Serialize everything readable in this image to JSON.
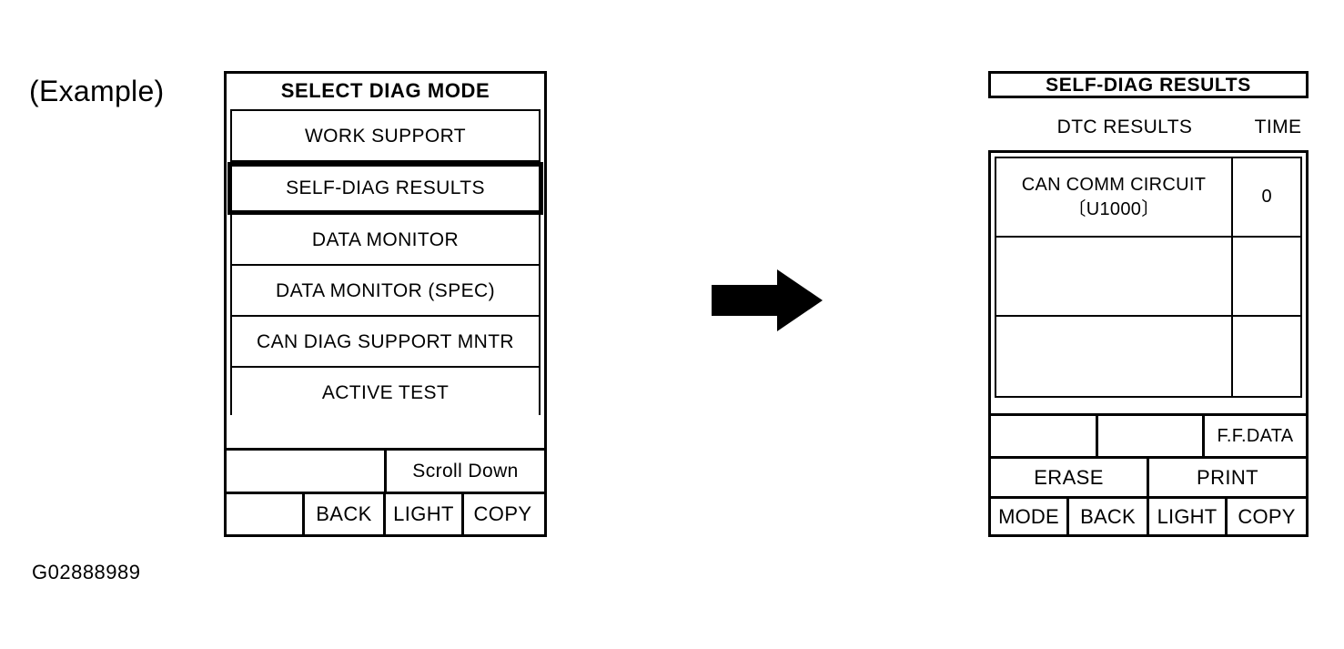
{
  "figure": {
    "example_label": "(Example)",
    "code": "G02888989",
    "arrow_icon": "right-arrow-icon",
    "ink_color": "#000000",
    "background_color": "#ffffff"
  },
  "left_screen": {
    "title": "SELECT DIAG MODE",
    "menu_items": [
      {
        "label": "WORK SUPPORT",
        "selected": false
      },
      {
        "label": "SELF-DIAG RESULTS",
        "selected": true
      },
      {
        "label": "DATA MONITOR",
        "selected": false
      },
      {
        "label": "DATA MONITOR (SPEC)",
        "selected": false
      },
      {
        "label": "CAN DIAG SUPPORT MNTR",
        "selected": false
      },
      {
        "label": "ACTIVE TEST",
        "selected": false
      }
    ],
    "scroll_row": {
      "blank": "",
      "scroll_down": "Scroll Down"
    },
    "soft_keys": [
      "",
      "BACK",
      "LIGHT",
      "COPY"
    ]
  },
  "right_screen": {
    "title": "SELF-DIAG RESULTS",
    "column_headers": {
      "dtc": "DTC RESULTS",
      "time": "TIME"
    },
    "rows": [
      {
        "description": "CAN COMM CIRCUIT\n〔U1000〕",
        "time": "0"
      },
      {
        "description": "",
        "time": ""
      },
      {
        "description": "",
        "time": ""
      }
    ],
    "ff_row": [
      "",
      "",
      "F.F.DATA"
    ],
    "action_row": [
      "ERASE",
      "PRINT"
    ],
    "soft_keys": [
      "MODE",
      "BACK",
      "LIGHT",
      "COPY"
    ]
  }
}
